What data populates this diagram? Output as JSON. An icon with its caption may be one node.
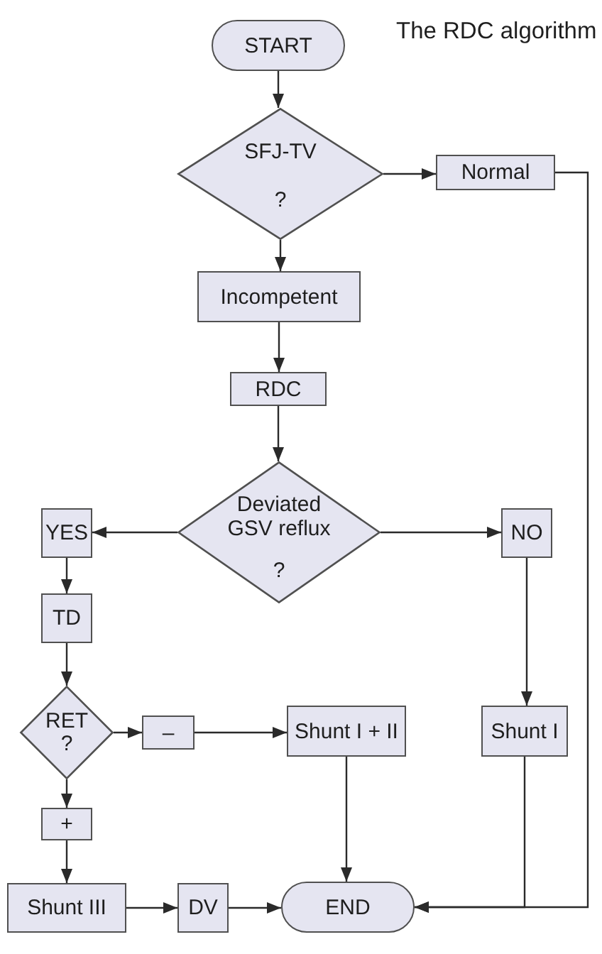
{
  "diagram": {
    "title": "The RDC algorithm",
    "nodes": [
      {
        "text": [
          "START"
        ]
      },
      {
        "text": [
          "SFJ-TV",
          "?"
        ]
      },
      {
        "text": [
          "Normal"
        ]
      },
      {
        "text": [
          "Incompetent"
        ]
      },
      {
        "text": [
          "RDC"
        ]
      },
      {
        "text": [
          "Deviated GSV reflux",
          "?"
        ]
      },
      {
        "text": [
          "YES"
        ]
      },
      {
        "text": [
          "NO"
        ]
      },
      {
        "text": [
          "TD"
        ]
      },
      {
        "text": [
          "RET",
          "?"
        ]
      },
      {
        "text": [
          "–"
        ]
      },
      {
        "text": [
          "Shunt I + II"
        ]
      },
      {
        "text": [
          "Shunt I"
        ]
      },
      {
        "text": [
          "+"
        ]
      },
      {
        "text": [
          "Shunt III"
        ]
      },
      {
        "text": [
          "DV"
        ]
      },
      {
        "text": [
          "END"
        ]
      }
    ],
    "edges": [
      {
        "from": 0,
        "to": 1,
        "arrow": "to"
      },
      {
        "from": 1,
        "to": 2,
        "arrow": "to"
      },
      {
        "from": 1,
        "to": 3,
        "arrow": "to"
      },
      {
        "from": 3,
        "to": 4,
        "arrow": "to"
      },
      {
        "from": 4,
        "to": 5,
        "arrow": "to"
      },
      {
        "from": 5,
        "to": 6,
        "arrow": "to"
      },
      {
        "from": 5,
        "to": 7,
        "arrow": "to"
      },
      {
        "from": 6,
        "to": 8,
        "arrow": "to"
      },
      {
        "from": 8,
        "to": 9,
        "arrow": "to"
      },
      {
        "from": 9,
        "to": 10,
        "arrow": "to"
      },
      {
        "from": 10,
        "to": 11,
        "arrow": "to"
      },
      {
        "from": 9,
        "to": 13,
        "arrow": "to"
      },
      {
        "from": 13,
        "to": 14,
        "arrow": "to"
      },
      {
        "from": 14,
        "to": 15,
        "arrow": "to"
      },
      {
        "from": 15,
        "to": 16,
        "arrow": "to"
      },
      {
        "from": 11,
        "to": 16,
        "arrow": "to"
      },
      {
        "from": 7,
        "to": 12,
        "arrow": "to"
      },
      {
        "from": 12,
        "to": 16,
        "arrow": "to"
      },
      {
        "from": 2,
        "to": 16,
        "arrow": "to"
      }
    ]
  }
}
